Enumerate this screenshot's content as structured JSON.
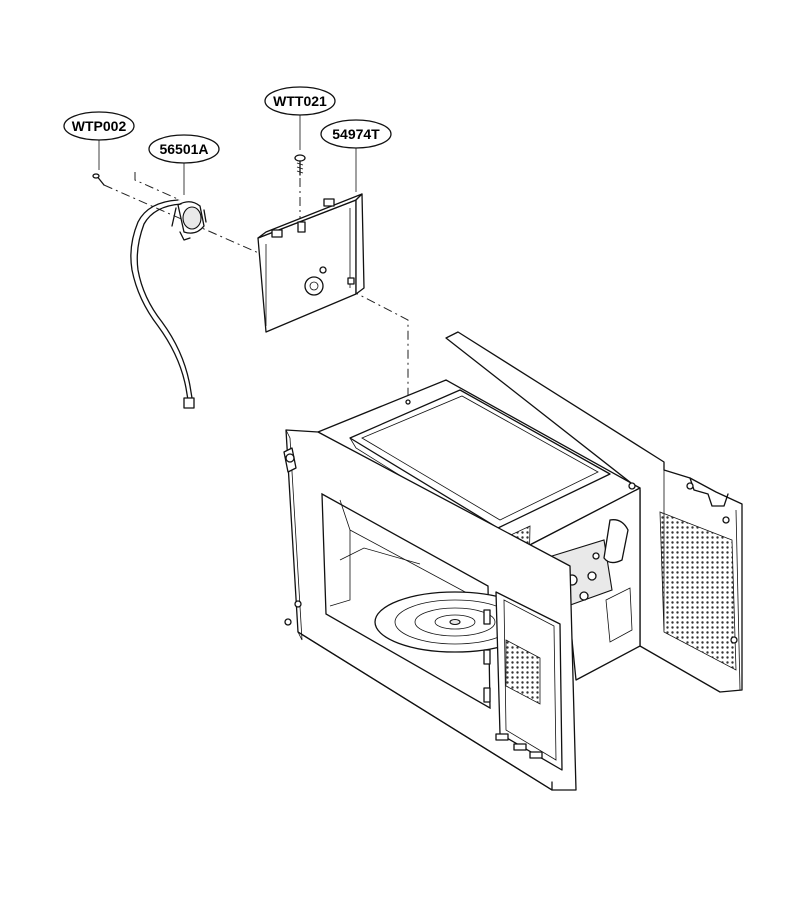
{
  "callouts": [
    {
      "id": "wtp002",
      "label": "WTP002"
    },
    {
      "id": "56501a",
      "label": "56501A"
    },
    {
      "id": "wtt021",
      "label": "WTT021"
    },
    {
      "id": "54974t",
      "label": "54974T"
    }
  ]
}
